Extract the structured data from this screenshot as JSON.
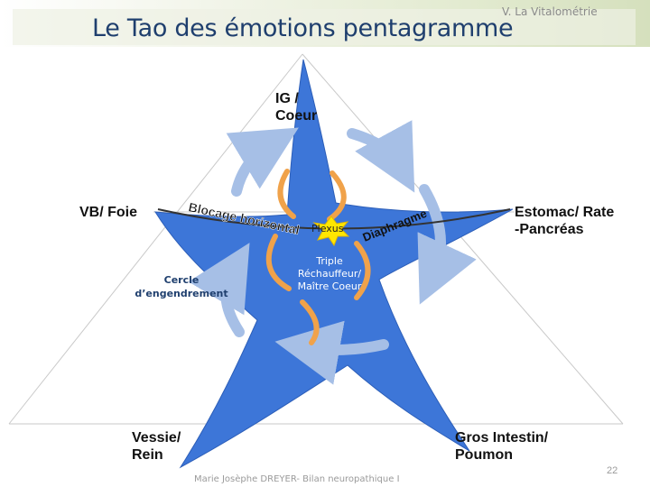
{
  "header": {
    "section_label": "V.    La Vitalométrie",
    "title": "Le Tao des émotions pentagramme"
  },
  "diagram": {
    "nodes": {
      "top": "IG /\nCoeur",
      "left": "VB/ Foie",
      "right": "Estomac/  Rate\n-Pancréas",
      "bottom_left": "Vessie/\nRein",
      "bottom_right": "Gros  Intestin/\nPoumon"
    },
    "center_label": "Triple\nRéchauffeur/\nMaître Coeur",
    "cycle_label": "Cercle\nd’engendrement",
    "plexus_label": "Plexus",
    "horizontal_blockage": "Blocage horizontal",
    "diaphragm": "Diaphragme"
  },
  "footer": {
    "author": "Marie Josèphe DREYER- Bilan neuropathique I",
    "page_number": "22"
  },
  "colors": {
    "star": "#3d76d8",
    "cycle_arrows": "#a6bfe6",
    "spirals": "#f0a24a",
    "title": "#1f3f6e",
    "plexus_burst": "#ffe700"
  }
}
